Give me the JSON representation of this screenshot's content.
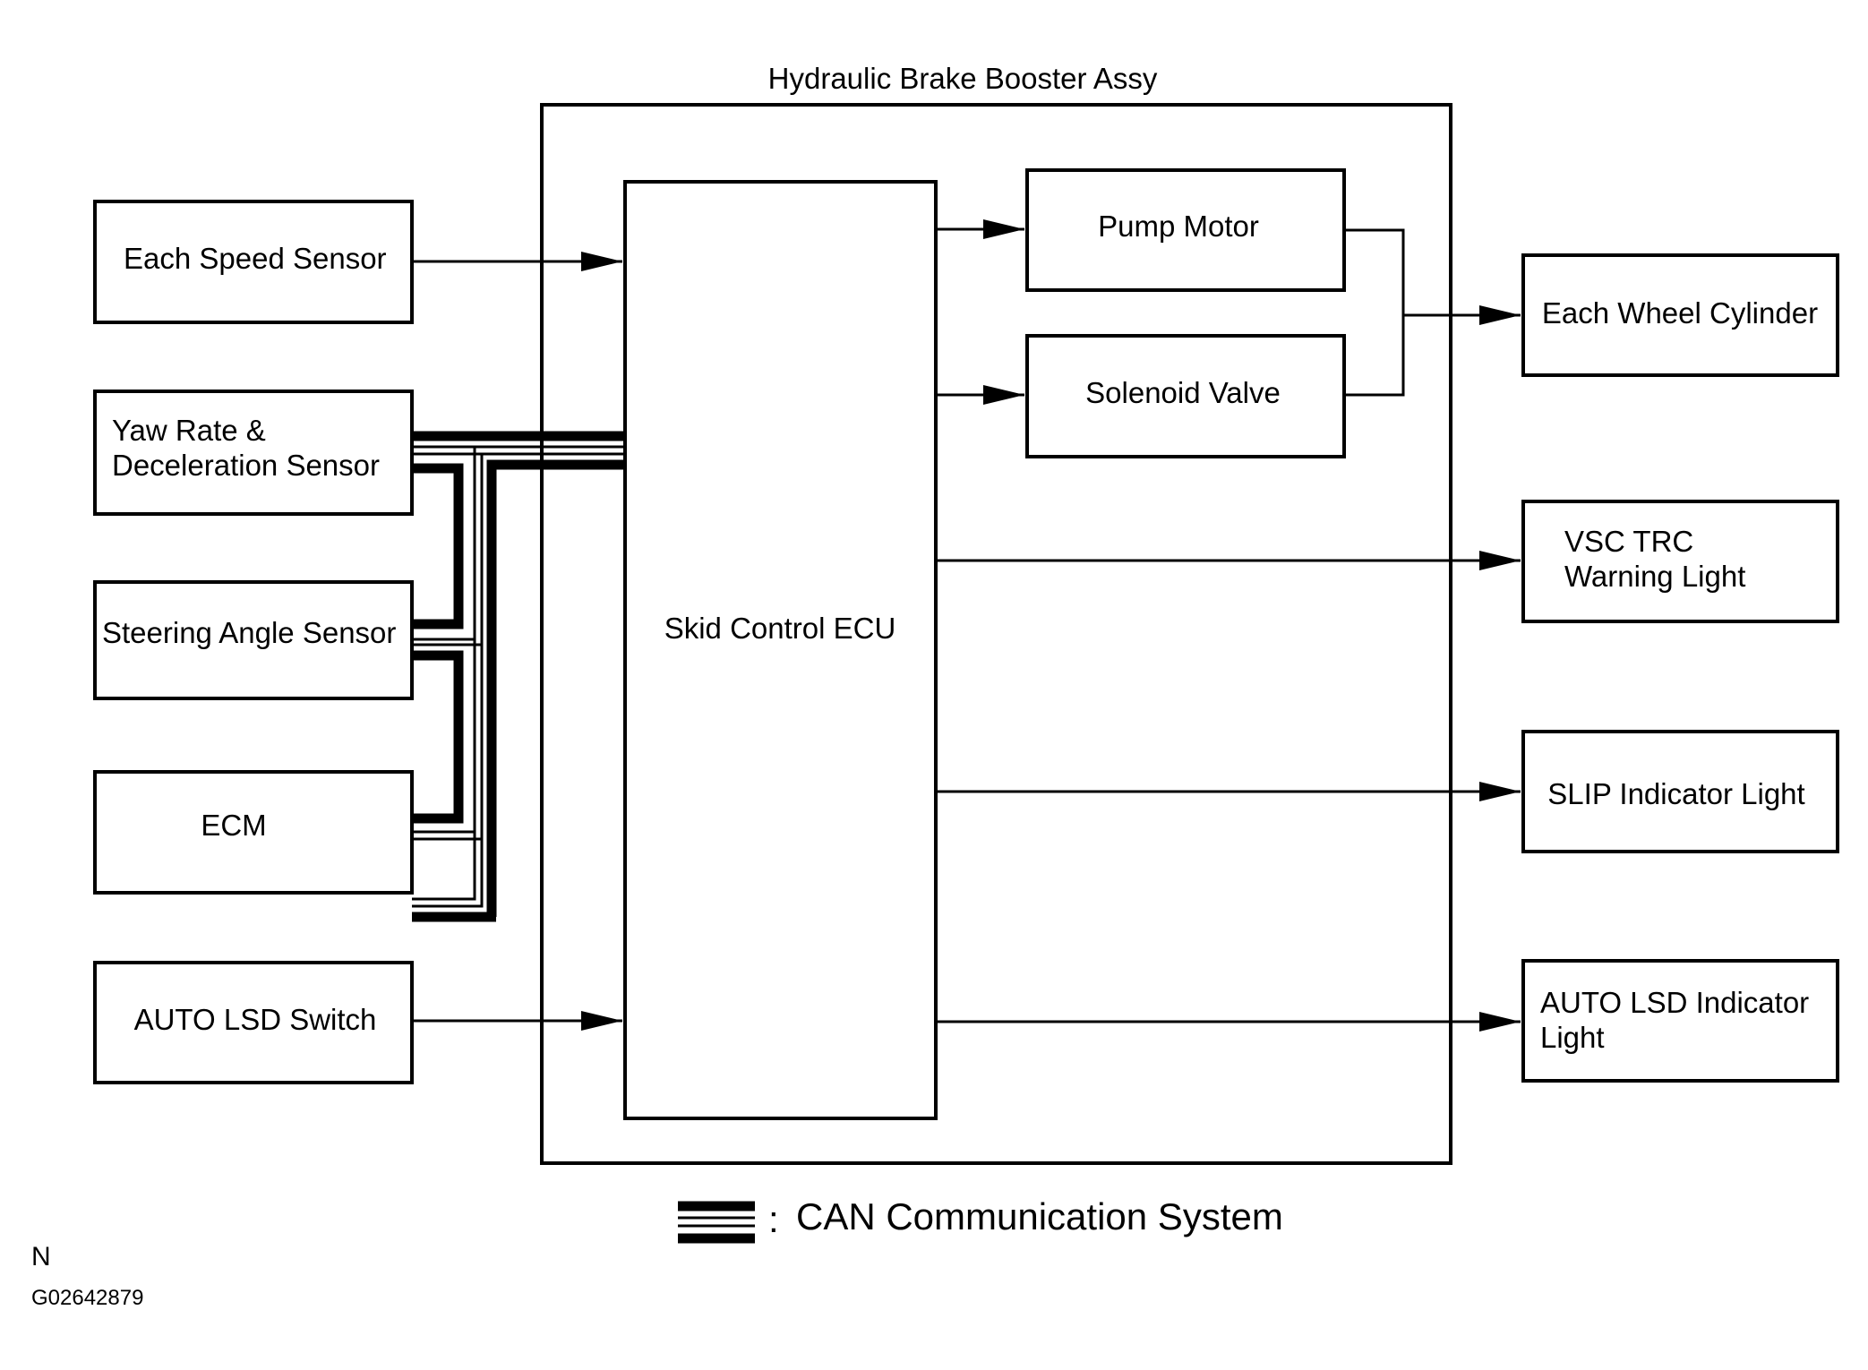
{
  "assembly": {
    "title": "Hydraulic Brake Booster Assy"
  },
  "ecu": {
    "label": "Skid Control ECU"
  },
  "inputs": {
    "speed_sensor": "Each Speed Sensor",
    "yaw_rate_line1": "Yaw Rate &",
    "yaw_rate_line2": "Deceleration Sensor",
    "steering_angle": "Steering Angle Sensor",
    "ecm": "ECM",
    "auto_lsd_switch": "AUTO LSD Switch"
  },
  "actuators": {
    "pump_motor": "Pump Motor",
    "solenoid_valve": "Solenoid Valve"
  },
  "outputs": {
    "wheel_cylinder": "Each Wheel Cylinder",
    "vsc_trc_line1": "VSC TRC",
    "vsc_trc_line2": "Warning Light",
    "slip_indicator": "SLIP Indicator Light",
    "auto_lsd_line1": "AUTO LSD Indicator",
    "auto_lsd_line2": "Light"
  },
  "legend": {
    "separator": ":",
    "label": "CAN Communication System"
  },
  "corner": {
    "mark": "N",
    "code": "G02642879"
  }
}
